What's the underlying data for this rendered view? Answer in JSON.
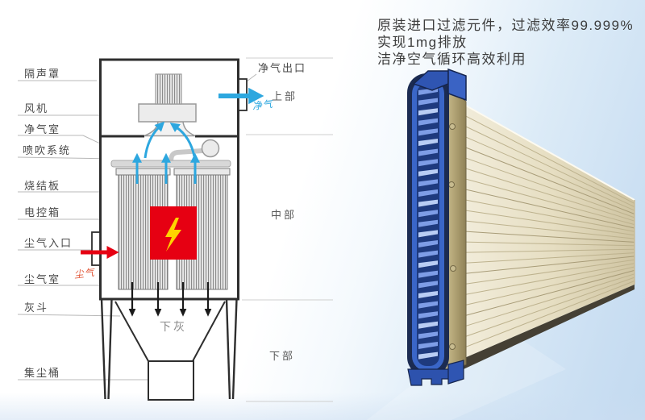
{
  "header": {
    "line1": "原装进口过滤元件，过滤效率99.999%",
    "line2": "实现1mg排放",
    "line3": "洁净空气循环高效利用"
  },
  "diagram": {
    "left_labels": [
      "隔声罩",
      "风机",
      "净气室",
      "喷吹系统",
      "烧结板",
      "电控箱",
      "尘气入口",
      "尘气室",
      "灰斗",
      "集尘桶"
    ],
    "right_labels": {
      "outlet": "净气出口",
      "upper": "上部",
      "middle": "中部",
      "lower": "下部"
    },
    "flow_labels": {
      "clean_air": "净气",
      "dust_air": "尘气",
      "ash_discharge": "下灰"
    },
    "colors": {
      "clean_flow": "#2DA7DF",
      "dust_flow": "#E60012",
      "control_box": "#E60012",
      "lightning_bolt": "#FFD400"
    }
  }
}
